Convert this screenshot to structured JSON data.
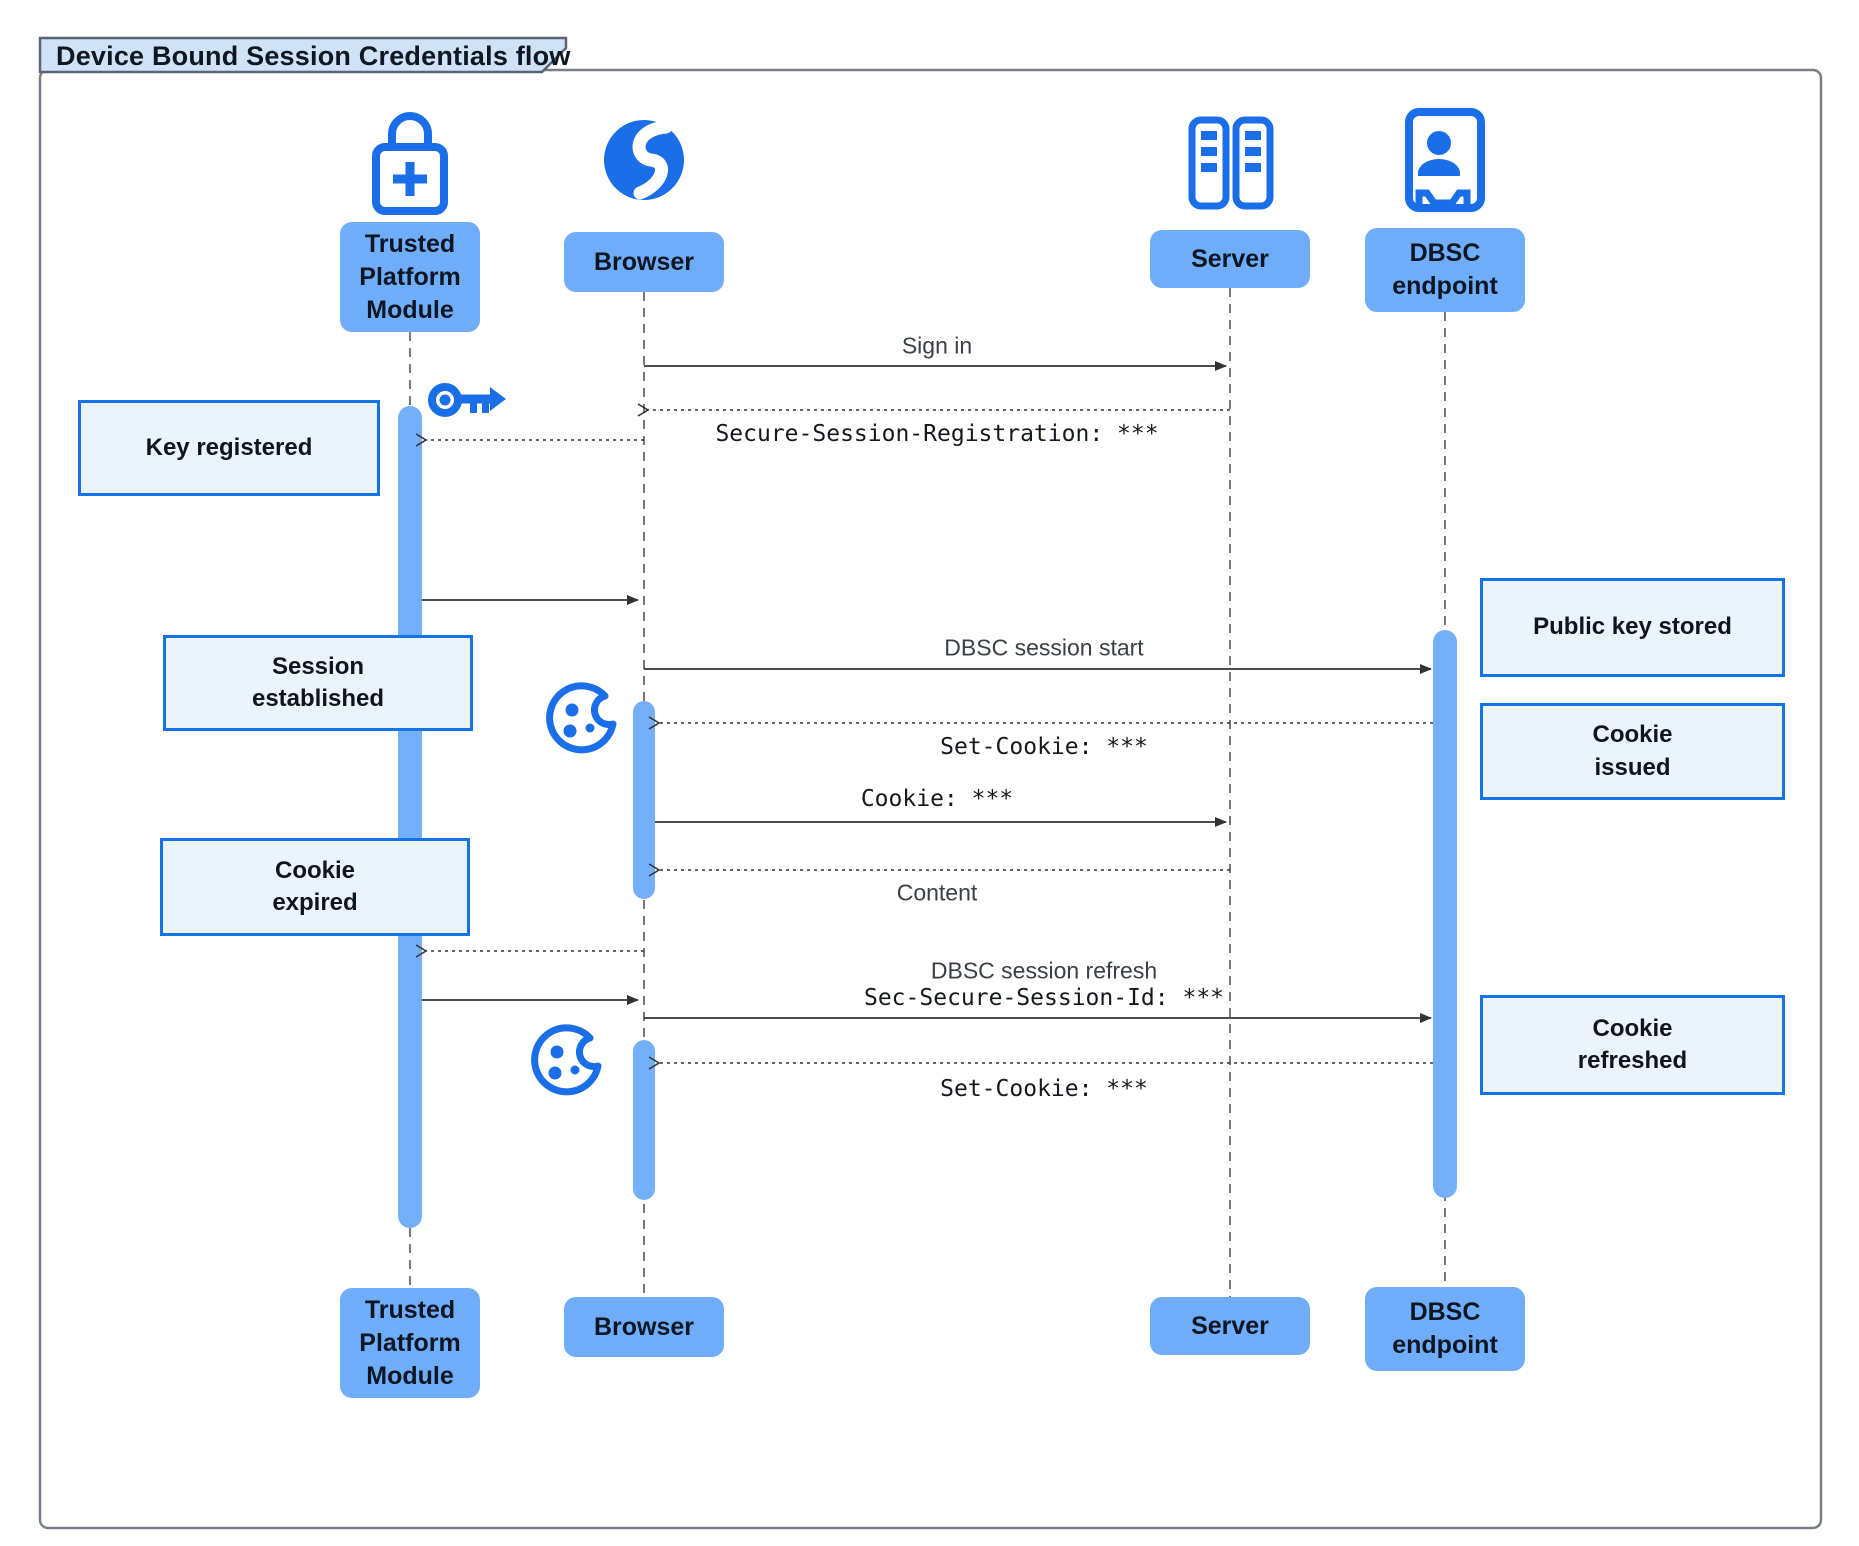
{
  "title": "Device Bound Session Credentials flow",
  "participants": {
    "tpm": {
      "label": "Trusted\nPlatform\nModule"
    },
    "browser": {
      "label": "Browser"
    },
    "server": {
      "label": "Server"
    },
    "dbsc": {
      "label": "DBSC\nendpoint"
    }
  },
  "messages": {
    "sign_in": "Sign in",
    "secure_session_registration": "Secure-Session-Registration: ***",
    "dbsc_session_start": "DBSC session start",
    "set_cookie_1": "Set-Cookie: ***",
    "cookie": "Cookie: ***",
    "content": "Content",
    "dbsc_session_refresh": "DBSC session refresh",
    "sec_secure_session_id": "Sec-Secure-Session-Id: ***",
    "set_cookie_2": "Set-Cookie: ***"
  },
  "notes": {
    "key_registered": "Key registered",
    "session_established": "Session\nestablished",
    "cookie_expired": "Cookie\nexpired",
    "public_key_stored": "Public key stored",
    "cookie_issued": "Cookie\nissued",
    "cookie_refreshed": "Cookie\nrefreshed"
  },
  "colors": {
    "icon_blue": "#1a6fe8",
    "participant_fill": "#70adf8",
    "activation_fill": "#74b0f9",
    "note_fill": "#ebf3fd",
    "note_border": "#1673e6",
    "title_fill": "#cfe2f8",
    "arrow": "#333333"
  }
}
